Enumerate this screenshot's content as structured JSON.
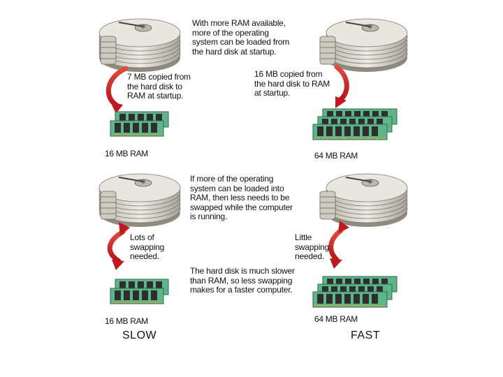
{
  "top": {
    "caption": [
      "With more RAM available,",
      "more of the operating",
      "system can be loaded from",
      "the hard disk at startup."
    ],
    "left_note": [
      "7 MB copied from",
      "the hard disk to",
      "RAM at startup."
    ],
    "right_note": [
      "16 MB copied from",
      "the hard disk to RAM",
      "at startup."
    ],
    "left_ram_label": "16 MB RAM",
    "right_ram_label": "64 MB RAM"
  },
  "bottom": {
    "caption": [
      "If more of the operating",
      "system can be loaded into",
      "RAM, then less needs to be",
      "swapped while the computer",
      "is running."
    ],
    "left_note": [
      "Lots of",
      "swapping",
      "needed."
    ],
    "right_note": [
      "Little",
      "swapping",
      "needed."
    ],
    "middle_caption": [
      "The hard disk is much slower",
      "than RAM, so less swapping",
      "makes for a faster computer."
    ],
    "left_ram_label": "16 MB RAM",
    "right_ram_label": "64 MB RAM",
    "slow_label": "SLOW",
    "fast_label": "FAST"
  },
  "colors": {
    "disk_platter": "#d9d6cc",
    "disk_edge": "#8f8b80",
    "ram_board": "#5fb58a",
    "ram_chip": "#2e2e2e",
    "arrow": "#d21f24"
  }
}
